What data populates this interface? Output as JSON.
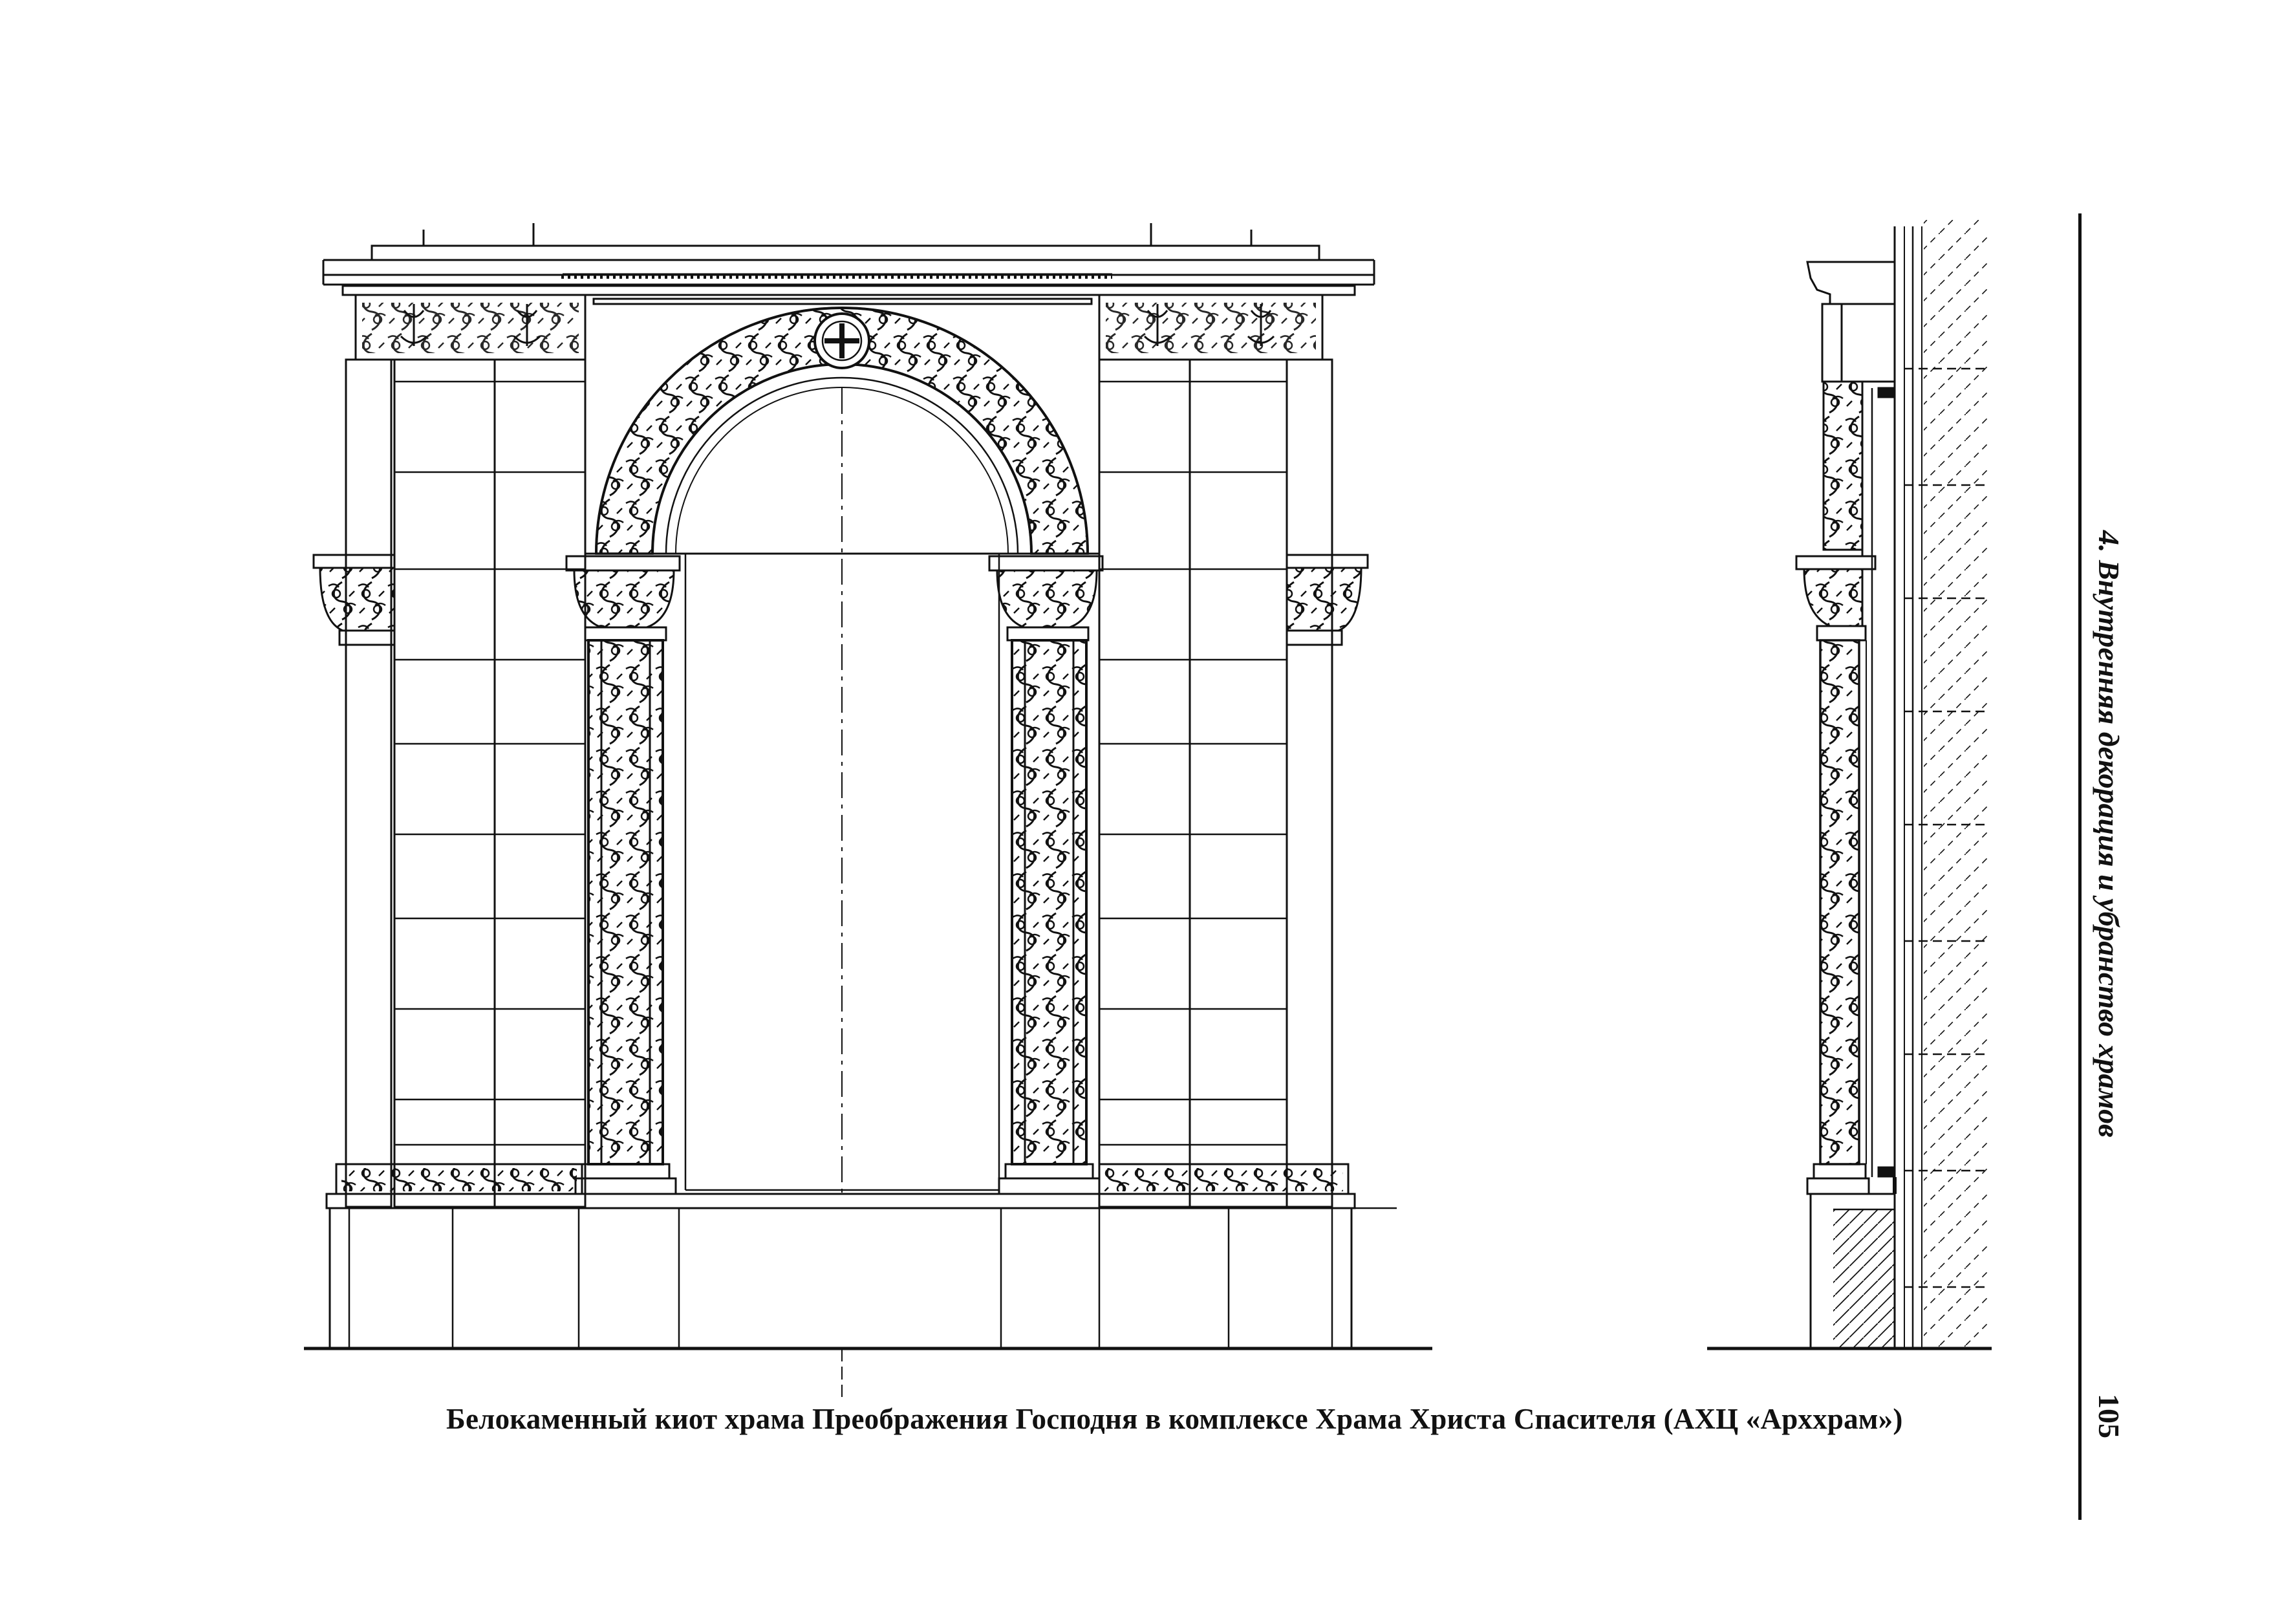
{
  "page": {
    "running_head": "4. Внутренняя декорация и убранство храмов",
    "page_number": "105"
  },
  "figure": {
    "caption": "Белокаменный киот храма Преображения Господня в комплексе Храма Христа Спасителя (АХЦ «Арххрам»)",
    "views": [
      "front-elevation",
      "side-section"
    ]
  },
  "colors": {
    "ink": "#111111",
    "paper": "#ffffff"
  }
}
